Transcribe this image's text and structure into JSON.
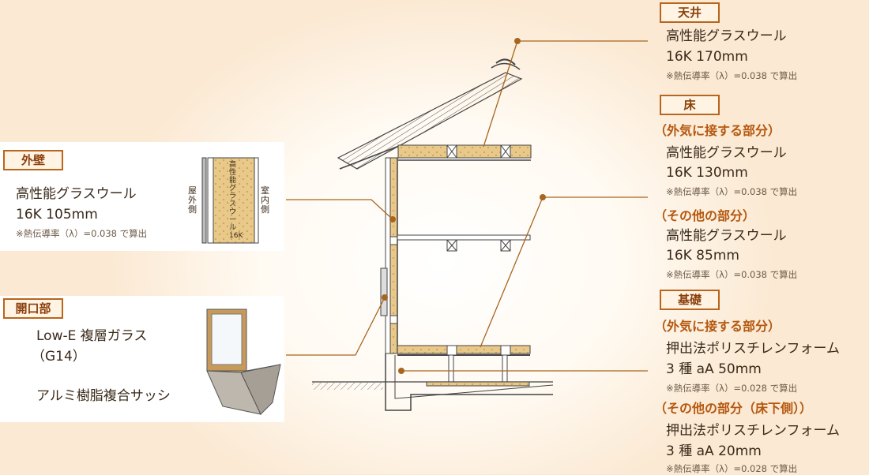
{
  "wall": {
    "tag": "外壁",
    "material_line1": "高性能グラスウール",
    "material_line2": "16K 105mm",
    "note": "※熱伝導率（λ）=0.038 で算出",
    "label_outside": "屋外側",
    "label_inside": "室内側",
    "insulation_text": "高性能グラスウール16K"
  },
  "opening": {
    "tag": "開口部",
    "glass_line1": "Low-E 複層ガラス",
    "glass_line2": "（G14）",
    "sash": "アルミ樹脂複合サッシ"
  },
  "ceiling": {
    "tag": "天井",
    "material_line1": "高性能グラスウール",
    "material_line2": "16K 170mm",
    "note": "※熱伝導率（λ）=0.038 で算出"
  },
  "floor": {
    "tag": "床",
    "exterior_sub": "（外気に接する部分）",
    "exterior_line1": "高性能グラスウール",
    "exterior_line2": "16K 130mm",
    "exterior_note": "※熱伝導率（λ）=0.038 で算出",
    "other_sub": "（その他の部分）",
    "other_line1": "高性能グラスウール",
    "other_line2": "16K 85mm",
    "other_note": "※熱伝導率（λ）=0.038 で算出"
  },
  "foundation": {
    "tag": "基礎",
    "exterior_sub": "（外気に接する部分）",
    "exterior_line1": "押出法ポリスチレンフォーム",
    "exterior_line2": "3 種 aA 50mm",
    "exterior_note": "※熱伝導率（λ）=0.028 で算出",
    "other_sub": "（その他の部分（床下側））",
    "other_line1": "押出法ポリスチレンフォーム",
    "other_line2": "3 種 aA 20mm",
    "other_note": "※熱伝導率（λ）=0.028 で算出"
  },
  "colors": {
    "accent": "#b8651d",
    "tag_bg": "#fff3e3",
    "insulation": "#e8c98a",
    "leader": "#a8651f"
  }
}
